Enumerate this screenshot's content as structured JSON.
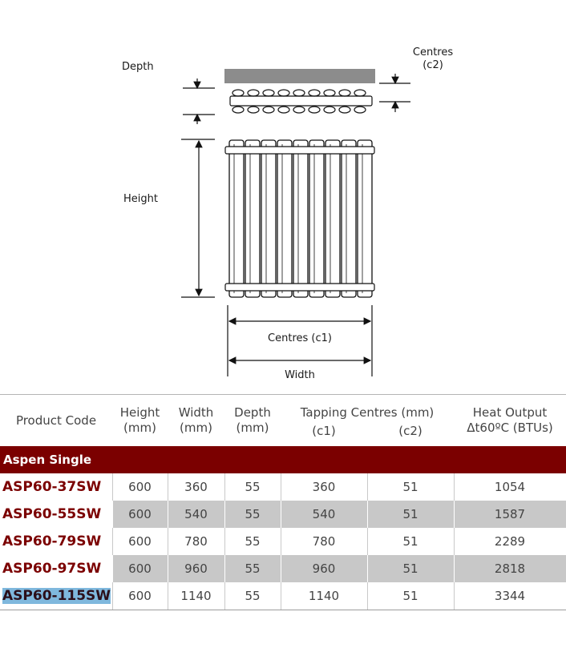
{
  "diagram": {
    "labels": {
      "depth": "Depth",
      "centres_c2_line1": "Centres",
      "centres_c2_line2": "(c2)",
      "height": "Height",
      "centres_c1": "Centres (c1)",
      "width": "Width"
    }
  },
  "table": {
    "headers": {
      "product_code": "Product Code",
      "height": [
        "Height",
        "(mm)"
      ],
      "width": [
        "Width",
        "(mm)"
      ],
      "depth": [
        "Depth",
        "(mm)"
      ],
      "tapping_centres": "Tapping Centres (mm)",
      "c1": "(c1)",
      "c2": "(c2)",
      "heat_output": [
        "Heat Output",
        "Δt60ºC (BTUs)"
      ]
    },
    "group": "Aspen Single",
    "rows": [
      {
        "code": "ASP60-37SW",
        "height": "600",
        "width": "360",
        "depth": "55",
        "c1": "360",
        "c2": "51",
        "heat": "1054"
      },
      {
        "code": "ASP60-55SW",
        "height": "600",
        "width": "540",
        "depth": "55",
        "c1": "540",
        "c2": "51",
        "heat": "1587"
      },
      {
        "code": "ASP60-79SW",
        "height": "600",
        "width": "780",
        "depth": "55",
        "c1": "780",
        "c2": "51",
        "heat": "2289"
      },
      {
        "code": "ASP60-97SW",
        "height": "600",
        "width": "960",
        "depth": "55",
        "c1": "960",
        "c2": "51",
        "heat": "2818"
      },
      {
        "code": "ASP60-115SW",
        "height": "600",
        "width": "1140",
        "depth": "55",
        "c1": "1140",
        "c2": "51",
        "heat": "3344"
      }
    ]
  }
}
